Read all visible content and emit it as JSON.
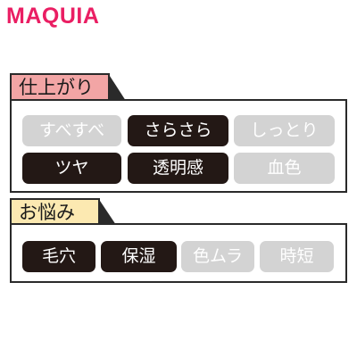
{
  "brand": {
    "logo": "MAQUIA",
    "color": "#ea1e63"
  },
  "finish": {
    "heading": "仕上がり",
    "tab_color": "#f2a5a5",
    "tags": [
      {
        "label": "すべすべ",
        "active": false
      },
      {
        "label": "さらさら",
        "active": true
      },
      {
        "label": "しっとり",
        "active": false
      },
      {
        "label": "ツヤ",
        "active": true
      },
      {
        "label": "透明感",
        "active": true
      },
      {
        "label": "血色",
        "active": false
      }
    ]
  },
  "concern": {
    "heading": "お悩み",
    "tab_color": "#fce9b1",
    "tags": [
      {
        "label": "毛穴",
        "active": true
      },
      {
        "label": "保湿",
        "active": true
      },
      {
        "label": "色ムラ",
        "active": false
      },
      {
        "label": "時短",
        "active": false
      }
    ]
  },
  "colors": {
    "active_tag": "#231815",
    "inactive_tag": "#d3d3d3"
  }
}
